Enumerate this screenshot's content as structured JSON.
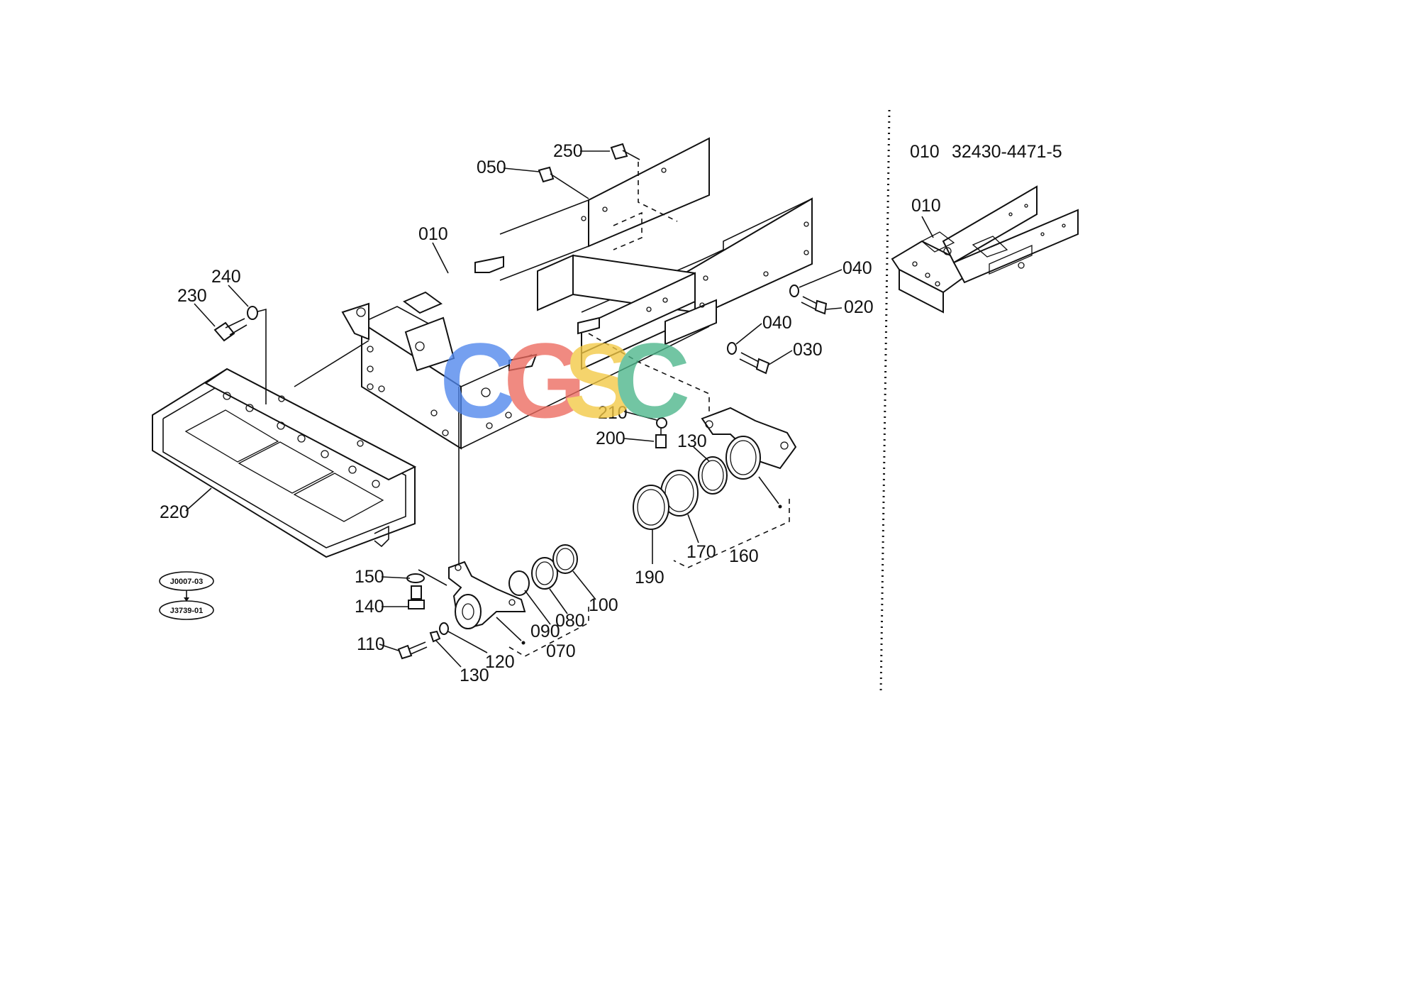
{
  "inset": {
    "part_no": "010",
    "part_code": "32430-4471-5",
    "label": "010"
  },
  "callouts": [
    {
      "id": "c250",
      "text": "250"
    },
    {
      "id": "c050",
      "text": "050"
    },
    {
      "id": "c010",
      "text": "010"
    },
    {
      "id": "c240",
      "text": "240"
    },
    {
      "id": "c230",
      "text": "230"
    },
    {
      "id": "c040a",
      "text": "040"
    },
    {
      "id": "c020",
      "text": "020"
    },
    {
      "id": "c040b",
      "text": "040"
    },
    {
      "id": "c030",
      "text": "030"
    },
    {
      "id": "c210",
      "text": "210"
    },
    {
      "id": "c200",
      "text": "200"
    },
    {
      "id": "c130a",
      "text": "130"
    },
    {
      "id": "c220",
      "text": "220"
    },
    {
      "id": "c190",
      "text": "190"
    },
    {
      "id": "c170",
      "text": "170"
    },
    {
      "id": "c160",
      "text": "160"
    },
    {
      "id": "c150",
      "text": "150"
    },
    {
      "id": "c140",
      "text": "140"
    },
    {
      "id": "c110",
      "text": "110"
    },
    {
      "id": "c130b",
      "text": "130"
    },
    {
      "id": "c120",
      "text": "120"
    },
    {
      "id": "c090",
      "text": "090"
    },
    {
      "id": "c080",
      "text": "080"
    },
    {
      "id": "c070",
      "text": "070"
    },
    {
      "id": "c100",
      "text": "100"
    }
  ],
  "references": [
    "J0007-03",
    "J3739-01"
  ],
  "watermark": {
    "letters": [
      "C",
      "G",
      "S",
      "C"
    ],
    "colors": [
      "#4f86ec",
      "#ec6a5e",
      "#f3c844",
      "#4bb58a"
    ]
  }
}
